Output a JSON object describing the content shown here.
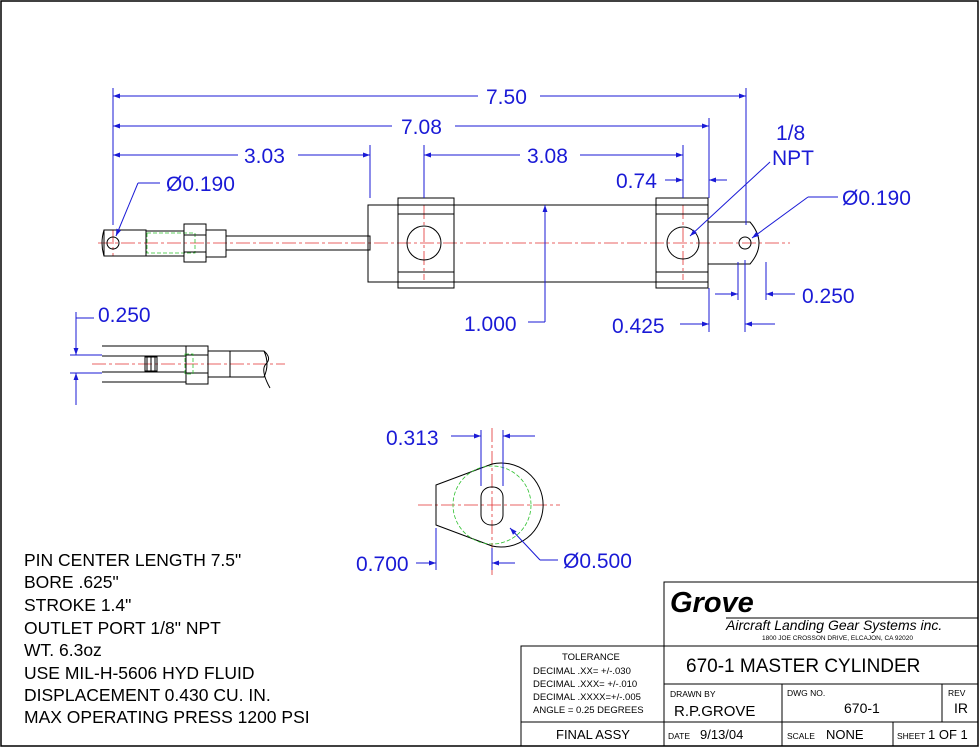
{
  "dimensions": {
    "overall_length": "7.50",
    "body_length": "7.08",
    "rod_length": "3.03",
    "port_spacing": "3.08",
    "port_offset": "0.74",
    "port_label_line1": "1/8",
    "port_label_line2": "NPT",
    "left_pin_dia": "Ø0.190",
    "right_pin_dia": "Ø0.190",
    "right_tab_width": "0.250",
    "body_height": "1.000",
    "tab_length": "0.425",
    "clevis_slot": "0.250",
    "eye_slot": "0.313",
    "eye_width": "0.700",
    "eye_dia": "Ø0.500"
  },
  "notes": [
    "PIN CENTER LENGTH 7.5\"",
    "BORE .625\"",
    "STROKE 1.4\"",
    "OUTLET PORT 1/8\" NPT",
    "WT. 6.3oz",
    "USE MIL-H-5606 HYD FLUID",
    "DISPLACEMENT 0.430 CU. IN.",
    "MAX OPERATING PRESS 1200 PSI"
  ],
  "title_block": {
    "company": "Grove",
    "company_sub": "Aircraft Landing Gear Systems inc.",
    "address": "1800 JOE CROSSON DRIVE, ELCAJON, CA 92020",
    "title": "670-1 MASTER CYLINDER",
    "tolerance_heading": "TOLERANCE",
    "tolerance_lines": [
      "DECIMAL .XX=  +/-.030",
      "DECIMAL .XXX= +/-.010",
      "DECIMAL .XXXX=+/-.005",
      "ANGLE = 0.25 DEGREES"
    ],
    "drawn_by_label": "DRAWN BY",
    "drawn_by": "R.P.GROVE",
    "dwg_no_label": "DWG NO.",
    "dwg_no": "670-1",
    "rev_label": "REV",
    "rev": "IR",
    "final_assy": "FINAL ASSY",
    "date_label": "DATE",
    "date": "9/13/04",
    "scale_label": "SCALE",
    "scale": "NONE",
    "sheet_label": "SHEET",
    "sheet": "1 OF 1"
  },
  "colors": {
    "dimension": "#1a1ad6",
    "centerline": "#e23030",
    "hidden": "#2fc02f",
    "outline": "#000000"
  }
}
